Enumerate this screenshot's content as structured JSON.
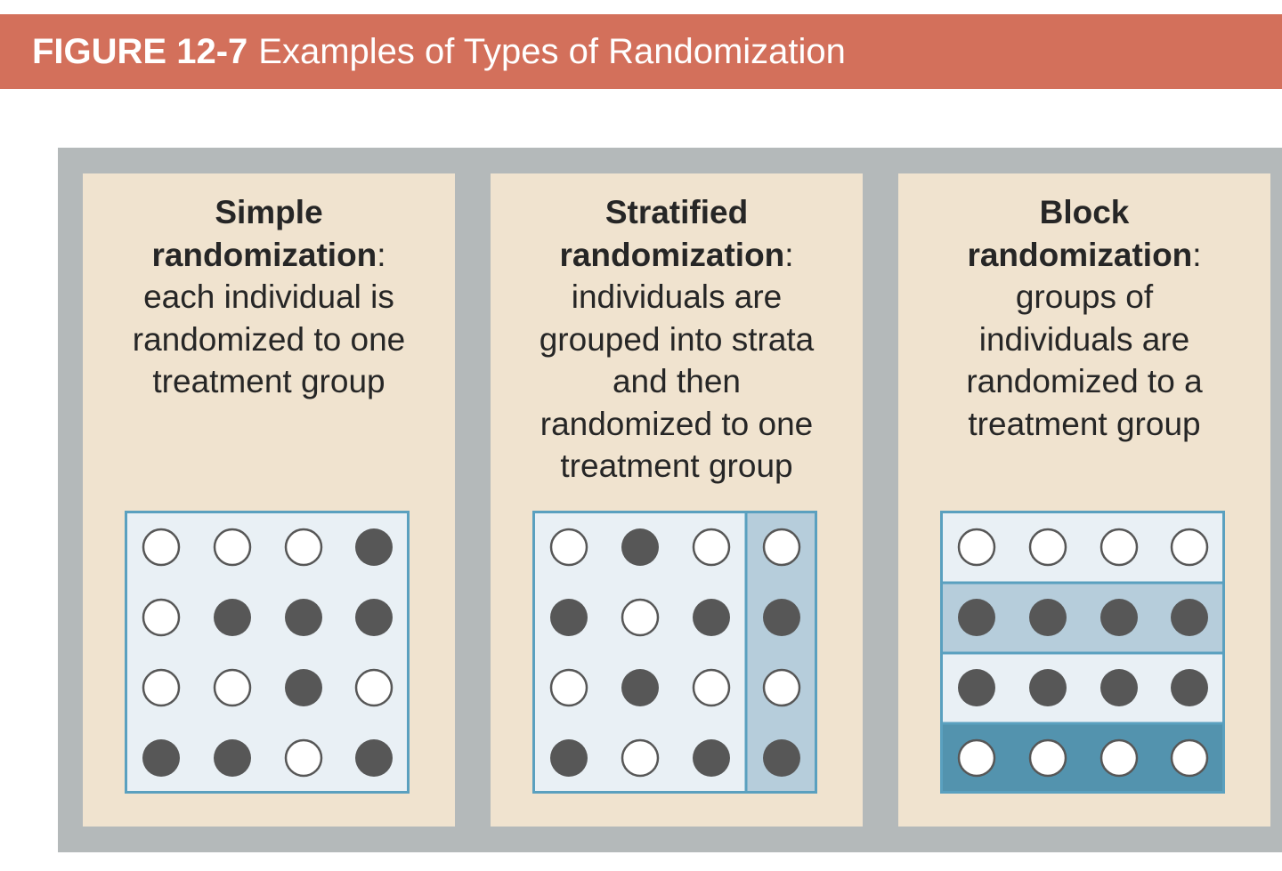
{
  "header": {
    "figure_label": "FIGURE 12-7",
    "title": "Examples of Types of Randomization"
  },
  "panels": [
    {
      "type": "simple",
      "title_line1": "Simple",
      "title_line2": "randomization",
      "colon": ":",
      "description_lines": [
        "each individual is",
        "randomized to one",
        "treatment group"
      ],
      "circles": [
        [
          "open",
          "open",
          "open",
          "filled"
        ],
        [
          "open",
          "filled",
          "filled",
          "filled"
        ],
        [
          "open",
          "open",
          "filled",
          "open"
        ],
        [
          "filled",
          "filled",
          "open",
          "filled"
        ]
      ],
      "highlight": null
    },
    {
      "type": "stratified",
      "title_line1": "Stratified",
      "title_line2": "randomization",
      "colon": ":",
      "description_lines": [
        "individuals are",
        "grouped into strata",
        "and then",
        "randomized to one",
        "treatment group"
      ],
      "circles": [
        [
          "open",
          "filled",
          "open",
          "open"
        ],
        [
          "filled",
          "open",
          "filled",
          "filled"
        ],
        [
          "open",
          "filled",
          "open",
          "open"
        ],
        [
          "filled",
          "open",
          "filled",
          "filled"
        ]
      ],
      "highlight": {
        "kind": "column",
        "index": 3,
        "color": "#b6cddb"
      }
    },
    {
      "type": "block",
      "title_line1": "Block",
      "title_line2": "randomization",
      "colon": ":",
      "description_lines": [
        "groups of",
        "individuals are",
        "randomized to a",
        "treatment group"
      ],
      "circles": [
        [
          "open",
          "open",
          "open",
          "open"
        ],
        [
          "filled",
          "filled",
          "filled",
          "filled"
        ],
        [
          "filled",
          "filled",
          "filled",
          "filled"
        ],
        [
          "open",
          "open",
          "open",
          "open"
        ]
      ],
      "row_backgrounds": [
        "#e9f0f5",
        "#b6cddb",
        "#e9f0f5",
        "#5393ae"
      ]
    }
  ],
  "colors": {
    "banner": "#d3705b",
    "frame": "#b4b9ba",
    "panel": "#f0e3cf",
    "grid_background": "#e9f0f5",
    "grid_border": "#5aa0bf",
    "circle_filled": "#575757",
    "circle_open_fill": "#ffffff",
    "circle_open_stroke": "#575757"
  }
}
